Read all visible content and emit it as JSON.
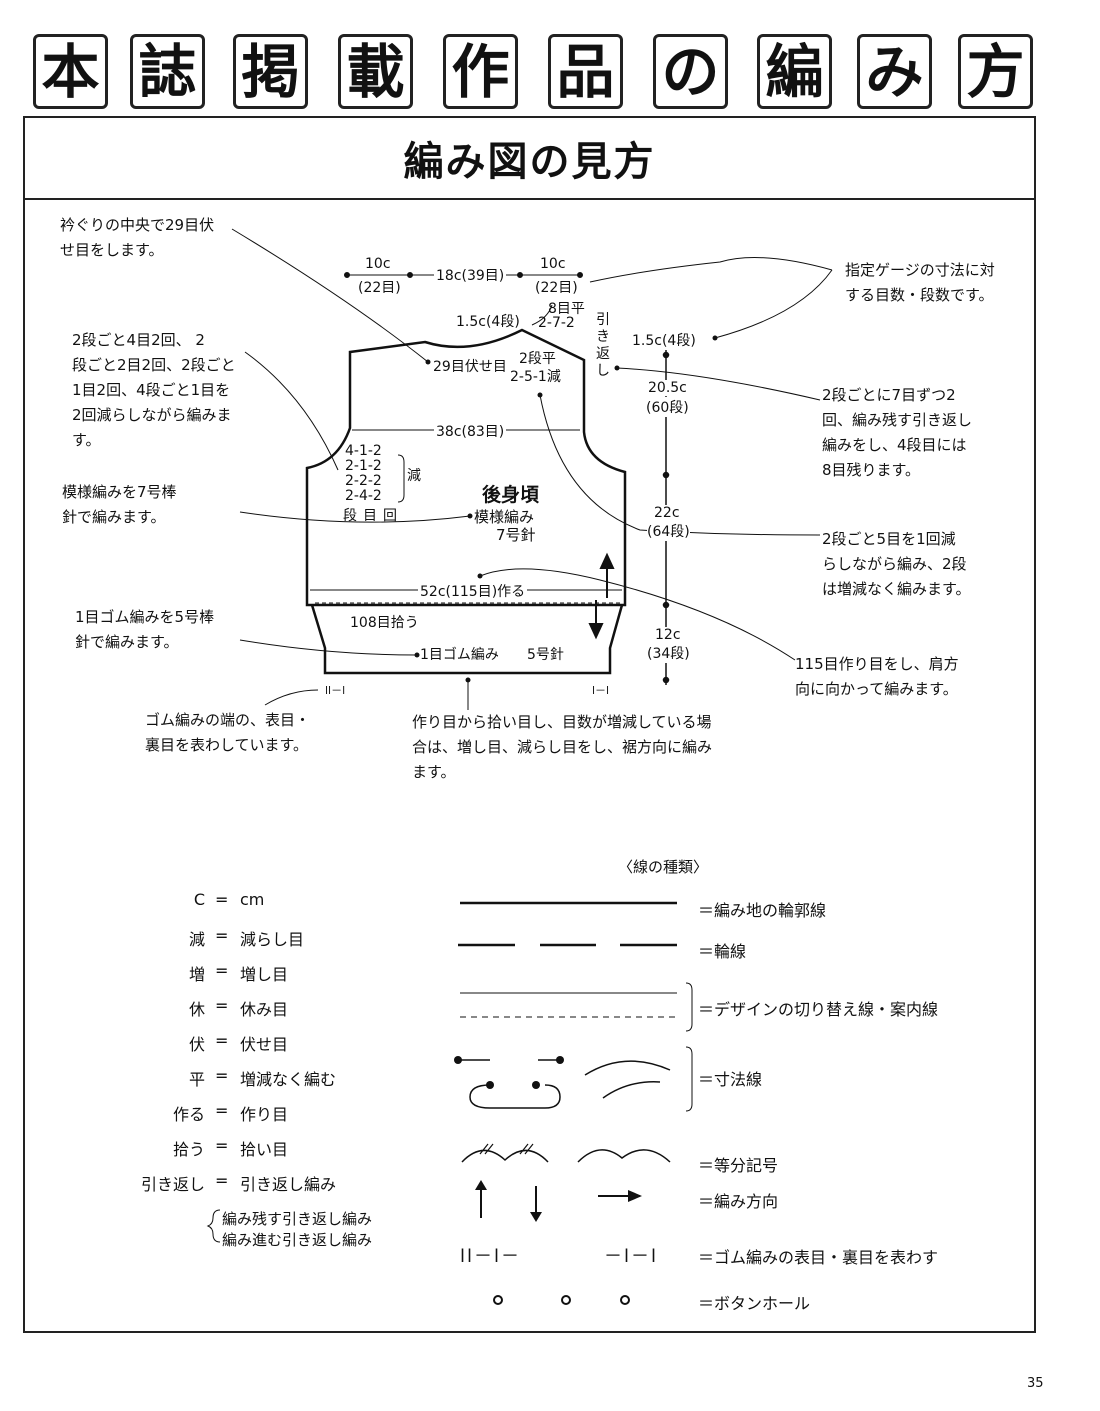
{
  "header": {
    "title_chars": [
      "本",
      "誌",
      "掲",
      "載",
      "作",
      "品",
      "の",
      "編",
      "み",
      "方"
    ]
  },
  "section": {
    "title": "編み図の見方"
  },
  "annotations": {
    "neck_center": "衿ぐりの中央で29目伏\nせ目をします。",
    "armhole_decrease": "2段ごと4目2回、 2\n段ごと2目2回、2段ごと\n1目2回、4段ごと1目を\n2回減らしながら編みま\nす。",
    "pattern_needle": "模様編みを7号棒\n針で編みます。",
    "rib_needle": "1目ゴム編みを5号棒\n針で編みます。",
    "rib_edge": "ゴム編みの端の、表目・\n裏目を表わしています。",
    "pickup_note": "作り目から拾い目し、目数が増減している場\n合は、増し目、減らし目をし、裾方向に編み\nます。",
    "gauge_note": "指定ゲージの寸法に対\nする目数・段数です。",
    "short_row": "2段ごとに7目ずつ2\n回、編み残す引き返し\n編みをし、4段目には\n8目残ります。",
    "shoulder_decrease": "2段ごと5目を1回減\nらしながら編み、2段\nは増減なく編みます。",
    "cast_on": "115目作り目をし、肩方\n向に向かって編みます。"
  },
  "diagram": {
    "top_left": "10c",
    "top_left_sts": "(22目)",
    "top_center": "18c(39目)",
    "top_right": "10c",
    "top_right_sts": "(22目)",
    "neck_depth": "1.5c(4段)",
    "neck_bindoff": "29目伏せ目",
    "shoulder_8": "8目平",
    "shoulder_272": "2-7-2",
    "shoulder_sr": "引\nき\n返\nし",
    "neck_2dan": "2段平",
    "neck_251": "2-5-1減",
    "width_38": "38c(83目)",
    "arm_1": "4-1-2",
    "arm_2": "2-1-2",
    "arm_3": "2-2-2",
    "arm_4": "2-4-2",
    "arm_gen": "減",
    "arm_cols": "段目回",
    "body_title": "後身頃",
    "body_pattern": "模様編み",
    "body_needle": "7号針",
    "width_52": "52c(115目)作る",
    "pickup_108": "108目拾う",
    "rib_label": "1目ゴム編み",
    "rib_needle": "5号針",
    "rib_mark_left": "ll－l",
    "rib_mark_right": "l－l",
    "side_top": "1.5c(4段)",
    "side_mid": "20.5c",
    "side_mid_rows": "(60段)",
    "side_body": "22c",
    "side_body_rows": "(64段)",
    "side_rib": "12c",
    "side_rib_rows": "(34段)"
  },
  "abbreviations": [
    {
      "sym": "C",
      "val": "cm"
    },
    {
      "sym": "減",
      "val": "減らし目"
    },
    {
      "sym": "増",
      "val": "増し目"
    },
    {
      "sym": "休",
      "val": "休み目"
    },
    {
      "sym": "伏",
      "val": "伏せ目"
    },
    {
      "sym": "平",
      "val": "増減なく編む"
    },
    {
      "sym": "作る",
      "val": "作り目"
    },
    {
      "sym": "拾う",
      "val": "拾い目"
    },
    {
      "sym": "引き返し",
      "val": "引き返し編み"
    }
  ],
  "eq": "=",
  "short_row_types": [
    "編み残す引き返し編み",
    "編み進む引き返し編み"
  ],
  "line_types": {
    "title": "〈線の種類〉",
    "outline": "＝編み地の輪郭線",
    "ring": "＝輪線",
    "design": "＝デザインの切り替え線・案内線",
    "dimension": "＝寸法線",
    "equal_div": "＝等分記号",
    "direction": "＝編み方向",
    "rib_marks": "＝ゴム編みの表目・裏目を表わす",
    "rib_left": "ll－l－",
    "rib_right": "－l－l",
    "buttonhole": "＝ボタンホール"
  },
  "page_number": "35"
}
